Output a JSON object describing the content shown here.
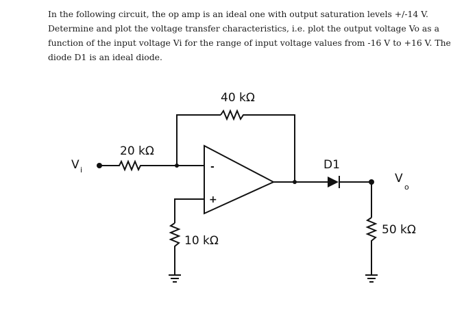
{
  "problem": {
    "lines": [
      "In the following circuit, the op amp is an ideal one with output saturation levels +/-14 V.",
      "Determine and plot the voltage transfer characteristics, i.e. plot the output voltage Vo as a",
      "function of the input voltage Vi for the range of input voltage values from -16 V to +16 V. The",
      "diode D1 is an ideal diode."
    ]
  },
  "circuit": {
    "input_label": "V",
    "input_subscript": "i",
    "output_label": "V",
    "output_subscript": "o",
    "r_feedback": "40 kΩ",
    "r_input": "20 kΩ",
    "r_ground": "10 kΩ",
    "r_load": "50 kΩ",
    "diode": "D1",
    "minus_sign": "-",
    "plus_sign": "+"
  }
}
